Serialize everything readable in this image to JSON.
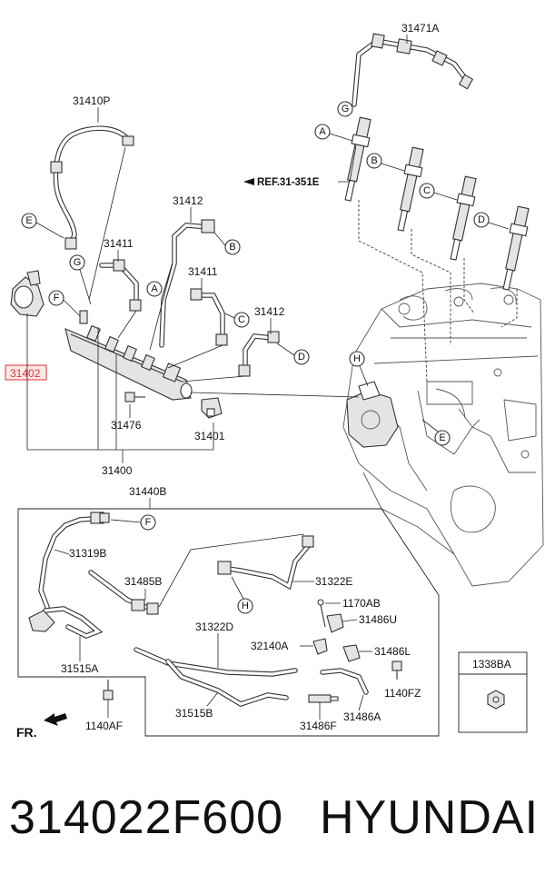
{
  "diagram": {
    "labels": {
      "p31471A": "31471A",
      "p31410P": "31410P",
      "ref": "REF.31-351E",
      "p31412a": "31412",
      "p31411a": "31411",
      "p31411b": "31411",
      "p31412b": "31412",
      "p31402": "31402",
      "p31476": "31476",
      "p31401": "31401",
      "p31400": "31400",
      "p31440B": "31440B",
      "p31319B": "31319B",
      "p31485B": "31485B",
      "p31322E": "31322E",
      "p1170AB": "1170AB",
      "p31486U": "31486U",
      "p31322D": "31322D",
      "p32140A": "32140A",
      "p31486L": "31486L",
      "p31515A": "31515A",
      "p1140FZ": "1140FZ",
      "p1140AF": "1140AF",
      "p31515B": "31515B",
      "p31486F": "31486F",
      "p31486A": "31486A",
      "p1338BA": "1338BA",
      "fr": "FR."
    },
    "callouts": {
      "A": "A",
      "B": "B",
      "C": "C",
      "D": "D",
      "E": "E",
      "F": "F",
      "G": "G",
      "H": "H"
    },
    "highlight_color": "#e03030"
  },
  "footer": {
    "part_number": "314022F600",
    "brand": "HYUNDAI"
  }
}
